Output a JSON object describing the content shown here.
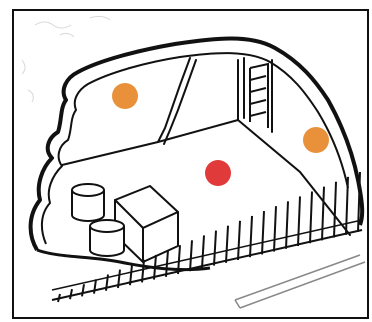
{
  "figure": {
    "background": "#ffffff",
    "ink": "#111111",
    "markers": [
      {
        "name": "orange-dot-upper-left",
        "color": "#e8913a"
      },
      {
        "name": "orange-dot-right",
        "color": "#e8913a"
      },
      {
        "name": "red-dot-center",
        "color": "#e03a3a"
      }
    ]
  }
}
